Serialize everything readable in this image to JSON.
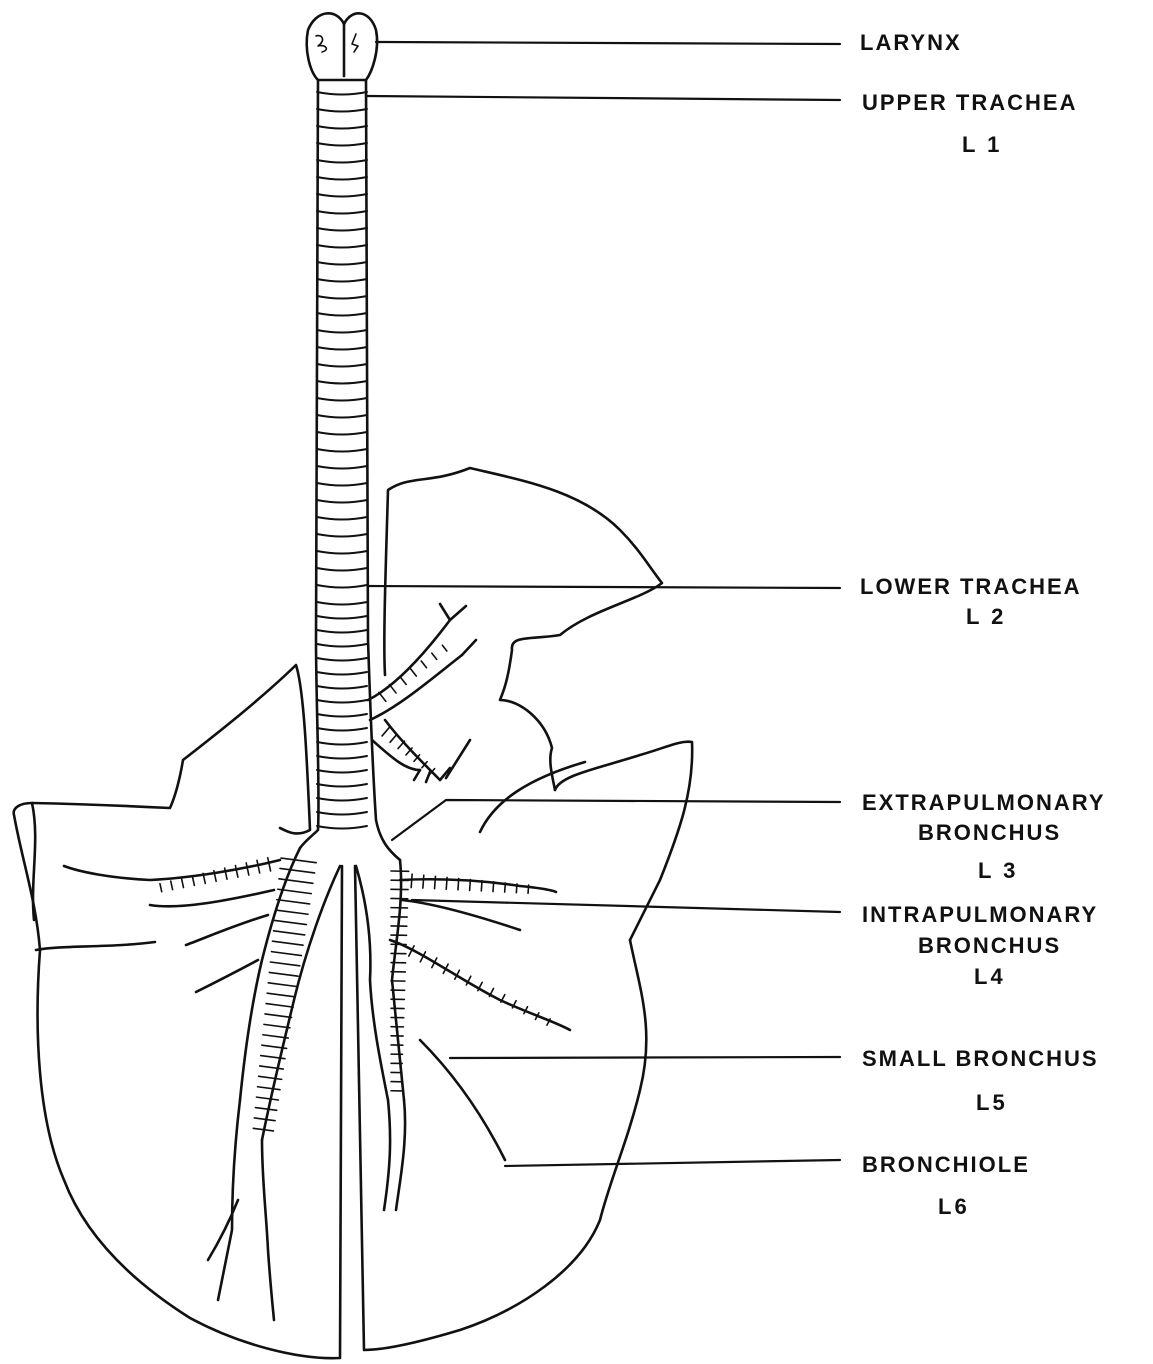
{
  "colors": {
    "ink": "#111111",
    "paper": "#ffffff"
  },
  "labels": {
    "larynx": "LARYNX",
    "upper_trachea": "UPPER TRACHEA",
    "upper_trachea_level": "L 1",
    "lower_trachea": "LOWER TRACHEA",
    "lower_trachea_level": "L 2",
    "extrapulmonary_1": "EXTRAPULMONARY",
    "extrapulmonary_2": "BRONCHUS",
    "extrapulmonary_level": "L 3",
    "intrapulmonary_1": "INTRAPULMONARY",
    "intrapulmonary_2": "BRONCHUS",
    "intrapulmonary_level": "L4",
    "small_bronchus": "SMALL BRONCHUS",
    "small_bronchus_level": "L5",
    "bronchiole": "BRONCHIOLE",
    "bronchiole_level": "L6"
  }
}
